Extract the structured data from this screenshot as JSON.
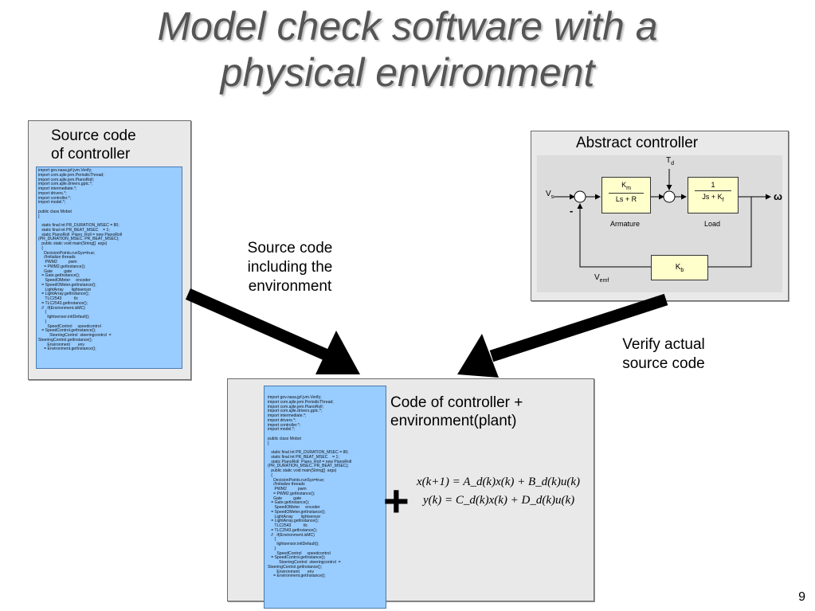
{
  "slide": {
    "title_line1": "Model check software with a",
    "title_line2": "physical environment",
    "page_number": "9"
  },
  "left_panel": {
    "label_line1": "Source code",
    "label_line2": "of controller"
  },
  "middle_annotation": {
    "line1": "Source code",
    "line2": "including the",
    "line3": "environment"
  },
  "right_annotation": {
    "line1": "Verify actual",
    "line2": "source code"
  },
  "bottom_panel": {
    "label_line1": "Code of controller +",
    "label_line2": "environment(plant)",
    "plus": "+",
    "equation1": "x(k+1) = A_d(k)x(k) + B_d(k)u(k)",
    "equation2": "y(k) = C_d(k)x(k) + D_d(k)u(k)"
  },
  "abstract_controller": {
    "title": "Abstract controller",
    "td_label": "T",
    "td_sub": "d",
    "vs_label": "V",
    "vs_sub": "s",
    "minus": "-",
    "omega": "ω",
    "armature_num": "K",
    "armature_num_sub": "m",
    "armature_den": "Ls + R",
    "armature_label": "Armature",
    "load_num": "1",
    "load_den": "Js + K",
    "load_den_sub": "f",
    "load_label": "Load",
    "kb_label": "K",
    "kb_sub": "b",
    "vemf_label": "V",
    "vemf_sub": "emf"
  },
  "code_lines": [
    "import gov.nasa.jpf.jvm.Verify;",
    "import com.ajile.jem.PeriodicThread;",
    "import com.ajile.jem.PianoRoll;",
    "import com.ajile.drivers.gptc.*;",
    "import intermediate.*;",
    "import drivers.*;",
    "import controller.*;",
    "import model.*;",
    "",
    "public class Mobot",
    "{",
    "",
    "   static final int PR_DURATION_MSEC = 80;",
    "   static final int PR_BEAT_MSEC    = 1;",
    "   static PianoRoll  Piano_Roll = new PianoRoll",
    "(PR_DURATION_MSEC, PR_BEAT_MSEC);",
    "   public static void main(String[]  args)",
    "   {",
    "     DecisionPoints.runSys=true;",
    "     //Initialize threads",
    "      PWM2          pwm",
    "     = PWM2.getInstance();",
    "     Gate          gate",
    "   = Gate.getInstance();",
    "      SpeedOMeter     encoder",
    "   = SpeedOMeter.getInstance();",
    "      LightArray       lightsensor",
    "   = LightArray.getInstance();",
    "      TLC2543           tlc",
    "   = TLC2543.getInstance();",
    "   //   if(Environment.isMC)",
    "      {",
    "        lightsensor.initDefault();",
    "      }",
    "        SpeedControl     speedcontrol",
    "   = SpeedControl.getInstance();",
    "          SteeringControl  steeringcontrol  =",
    "SteeringControl.getInstance();",
    "        Environment       env",
    "     = Environment.getInstance();"
  ]
}
